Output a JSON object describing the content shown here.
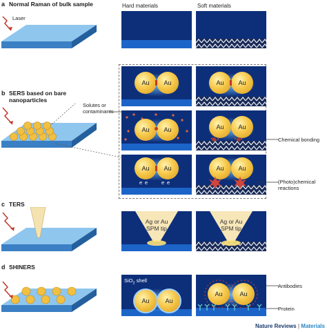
{
  "sections": {
    "a": {
      "letter": "a",
      "title": "Normal Raman of bulk sample",
      "laser": "Laser"
    },
    "b": {
      "letter": "b",
      "title_1": "SERS based on bare",
      "title_2": "nanoparticles",
      "solutes_1": "Solutes or",
      "solutes_2": "contaminants"
    },
    "c": {
      "letter": "c",
      "title": "TERS"
    },
    "d": {
      "letter": "d",
      "title": "SHINERS",
      "shell": "SiO",
      "shell_sub": "2",
      "shell_rest": " shell"
    }
  },
  "headers": {
    "hard": "Hard materials",
    "soft": "Soft materials"
  },
  "side_labels": {
    "chemical_bonding": "Chemical bonding",
    "photo_1": "(Photo)chemical",
    "photo_2": "reactions",
    "antibodies": "Antibodies",
    "protein": "Protein"
  },
  "particle_label": "Au",
  "electron_label": "e",
  "tip_label_1": "Ag or Au",
  "tip_label_2": "SPM tip",
  "footer": {
    "brand": "Nature Reviews",
    "sep": " | ",
    "journal": "Materials"
  },
  "colors": {
    "substrate_dark": "#0d2f7a",
    "substrate_light": "#2a7ad8",
    "gold": "#f2c040",
    "red": "#c0392b"
  }
}
